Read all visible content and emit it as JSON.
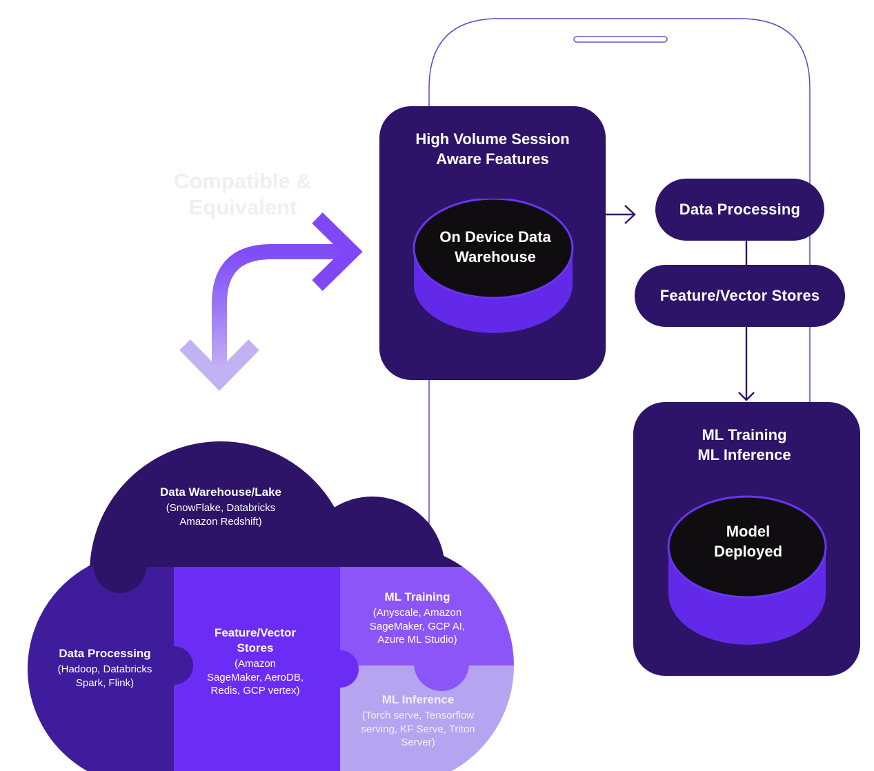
{
  "compat_label": [
    "Compatible &",
    "Equivalent"
  ],
  "device_card": {
    "title": [
      "High Volume Session",
      "Aware Features"
    ],
    "cylinder_label": [
      "On Device Data",
      "Warehouse"
    ]
  },
  "pills": {
    "data_processing": "Data Processing",
    "feature_stores": "Feature/Vector Stores"
  },
  "ml_card": {
    "title": [
      "ML Training",
      "ML Inference"
    ],
    "cylinder_label": [
      "Model",
      "Deployed"
    ]
  },
  "cloud": {
    "warehouse": {
      "title": "Data Warehouse/Lake",
      "sub": [
        "(SnowFlake, Databricks",
        "Amazon Redshift)"
      ]
    },
    "processing": {
      "title": "Data Processing",
      "sub": [
        "(Hadoop, Databricks",
        "Spark, Flink)"
      ]
    },
    "feature": {
      "title": [
        "Feature/Vector",
        "Stores"
      ],
      "sub": [
        "(Amazon",
        "SageMaker, AeroDB,",
        "Redis, GCP vertex)"
      ]
    },
    "training": {
      "title": "ML Training",
      "sub": [
        "(Anyscale, Amazon",
        "SageMaker, GCP AI,",
        "Azure ML Studio)"
      ]
    },
    "inference": {
      "title": "ML Inference",
      "sub": [
        "(Torch serve, Tensorflow",
        "serving, KF Serve, Triton",
        "Server)"
      ]
    }
  },
  "colors": {
    "deep_purple": "#2d1468",
    "violet": "#6b2cf5",
    "light_violet": "#8b55f8",
    "lavender": "#b5a4ef",
    "outline": "#5b45c9"
  }
}
